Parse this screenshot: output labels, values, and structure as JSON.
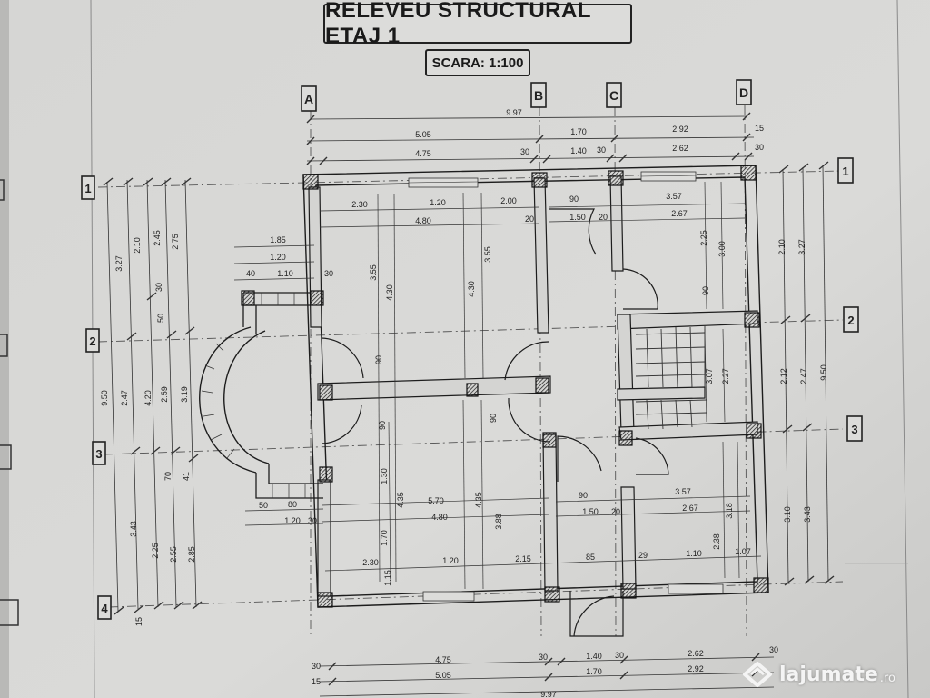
{
  "title": "RELEVEU STRUCTURAL ETAJ 1",
  "scale": "SCARA: 1:100",
  "watermark": {
    "name": "lajumate",
    "tld": ".ro"
  },
  "axes_columns": [
    "A",
    "B",
    "C",
    "D"
  ],
  "axes_rows": [
    "1",
    "2",
    "3",
    "4"
  ],
  "top_dims": {
    "row1": [
      "9.97"
    ],
    "row2": [
      "5.05",
      "1.70",
      "2.92",
      "15"
    ],
    "row3": [
      "4.75",
      "30",
      "1.40",
      "30",
      "2.62",
      "30"
    ]
  },
  "bottom_dims": {
    "row1": [
      "30",
      "4.75",
      "30",
      "1.40",
      "30",
      "2.62",
      "30"
    ],
    "row2": [
      "15",
      "5.05",
      "1.70",
      "2.92"
    ],
    "row3": [
      "9.97"
    ]
  },
  "interior_labels": [
    "2.30",
    "1.20",
    "2.00",
    "90",
    "3.57",
    "4.80",
    "20",
    "1.50",
    "20",
    "2.67",
    "1.85",
    "1.20",
    "1.10",
    "40",
    "30",
    "3.55",
    "4.30",
    "4.30",
    "3.55",
    "2.25",
    "3.00",
    "90",
    "90",
    "90",
    "90",
    "5.70",
    "4.80",
    "90",
    "3.57",
    "1.50",
    "20",
    "2.67",
    "50",
    "80",
    "1.20",
    "30",
    "2.30",
    "1.20",
    "2.15",
    "85",
    "29",
    "1.10",
    "1.07",
    "4.35",
    "4.35",
    "3.88",
    "1.30",
    "1.70",
    "1.15",
    "3.07",
    "2.27",
    "3.18",
    "2.38"
  ],
  "left_dims": [
    "9.50",
    "3.27",
    "2.10",
    "2.45",
    "2.75",
    "2.47",
    "4.20",
    "2.59",
    "3.19",
    "3.43",
    "2.25",
    "2.55",
    "2.85",
    "70",
    "41",
    "30",
    "50",
    "15"
  ],
  "right_dims": [
    "2.10",
    "3.27",
    "9.50",
    "2.12",
    "2.47",
    "3.10",
    "3.43"
  ]
}
